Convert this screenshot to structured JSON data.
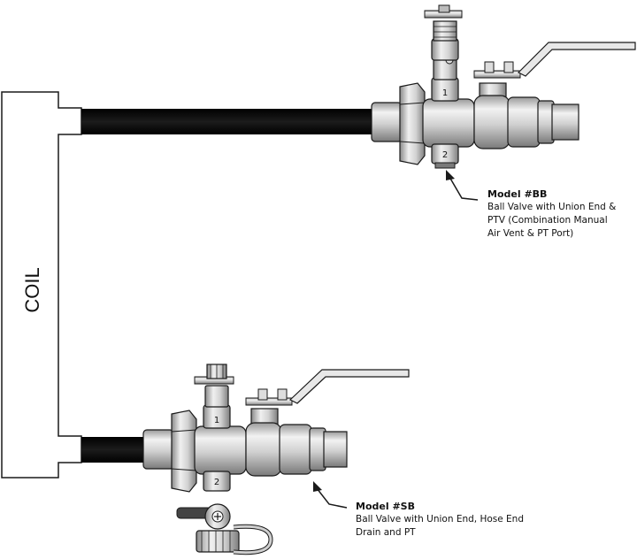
{
  "coil": {
    "label": "COIL"
  },
  "valve_bb": {
    "port_top": "1",
    "port_bottom": "2",
    "model": "Model #BB",
    "description": [
      "Ball Valve with Union End &",
      "PTV (Combination Manual",
      "Air Vent & PT Port)"
    ]
  },
  "valve_sb": {
    "port_top": "1",
    "port_bottom": "2",
    "model": "Model #SB",
    "description": [
      "Ball Valve with Union End, Hose End",
      "Drain and PT"
    ]
  },
  "colors": {
    "line": "#1a1a1a",
    "pipe": "#0d0d0d",
    "metal_light": "#e8e8e8",
    "metal_mid": "#c4c4c4",
    "metal_dark": "#8a8a8a"
  }
}
